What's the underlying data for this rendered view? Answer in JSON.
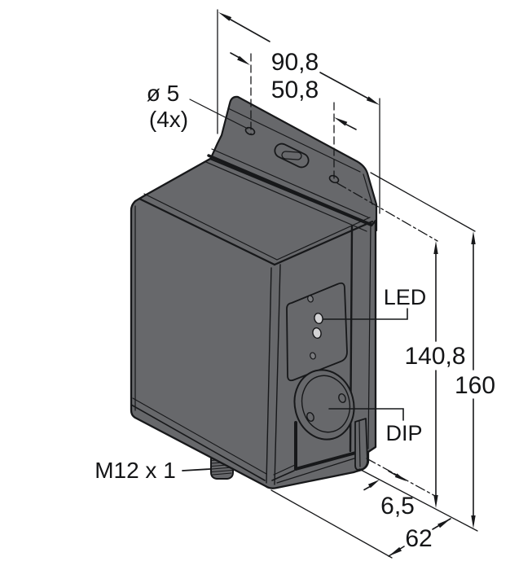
{
  "drawing": {
    "kind": "sensor-dimension-drawing",
    "unit": "mm",
    "dims": {
      "flange_width": "90,8",
      "hole_spacing": "50,8",
      "hole_diameter": "ø 5",
      "hole_count": "(4x)",
      "height_to_holes": "140,8",
      "height_total": "160",
      "rear_offset": "6,5",
      "body_width": "62"
    },
    "labels": {
      "led": "LED",
      "dip": "DIP",
      "connector": "M12 x 1"
    },
    "colors": {
      "body": "#67686b",
      "outline": "#17181a",
      "led_lens": "#d2d2d4",
      "background": "#ffffff"
    }
  }
}
